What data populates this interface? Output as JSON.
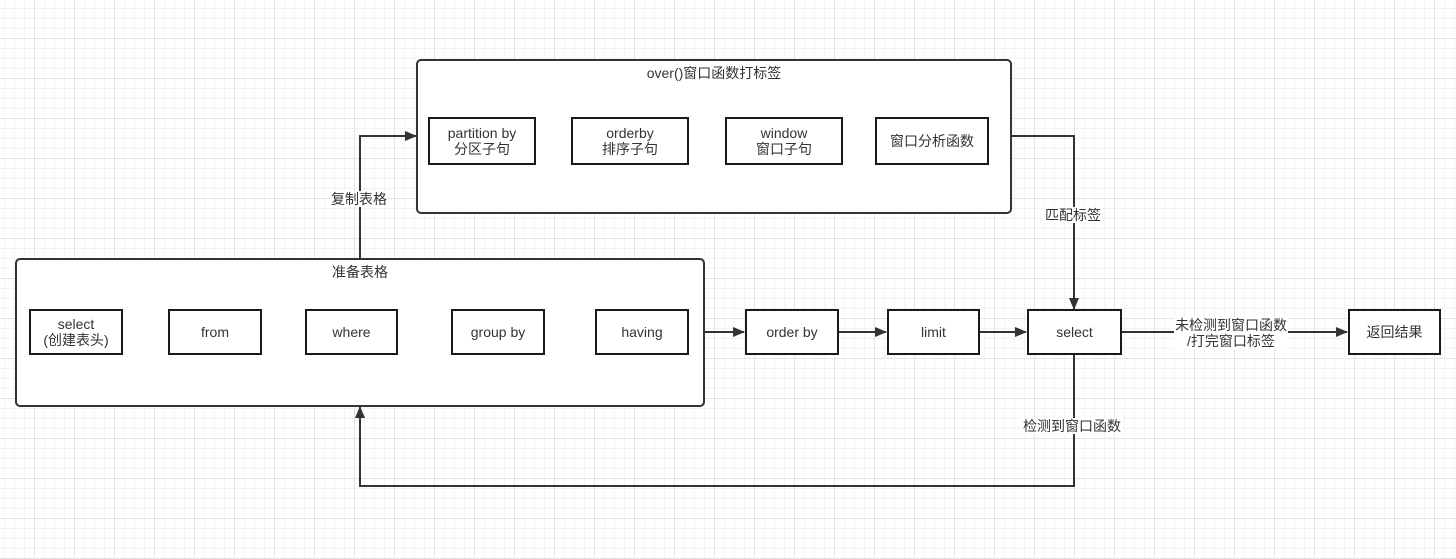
{
  "groups": {
    "window_fn": {
      "title": "over()窗口函数打标签"
    },
    "prepare": {
      "title": "准备表格"
    }
  },
  "nodes": {
    "partition_by": {
      "line1": "partition by",
      "line2": "分区子句"
    },
    "orderby_clause": {
      "line1": "orderby",
      "line2": "排序子句"
    },
    "window_clause": {
      "line1": "window",
      "line2": "窗口子句"
    },
    "analytic_fn": {
      "line1": "窗口分析函数"
    },
    "select_header": {
      "line1": "select",
      "line2": "(创建表头)"
    },
    "from": {
      "line1": "from"
    },
    "where": {
      "line1": "where"
    },
    "group_by": {
      "line1": "group by"
    },
    "having": {
      "line1": "having"
    },
    "order_by": {
      "line1": "order by"
    },
    "limit": {
      "line1": "limit"
    },
    "select": {
      "line1": "select"
    },
    "return_result": {
      "line1": "返回结果"
    }
  },
  "edge_labels": {
    "copy_table": "复制表格",
    "match_label": "匹配标签",
    "not_detected_line1": "未检测到窗口函数",
    "not_detected_line2": "/打完窗口标签",
    "detected": "检测到窗口函数"
  },
  "colors": {
    "stroke": "#333333",
    "grid": "#e4e4e4",
    "background": "#ffffff"
  }
}
